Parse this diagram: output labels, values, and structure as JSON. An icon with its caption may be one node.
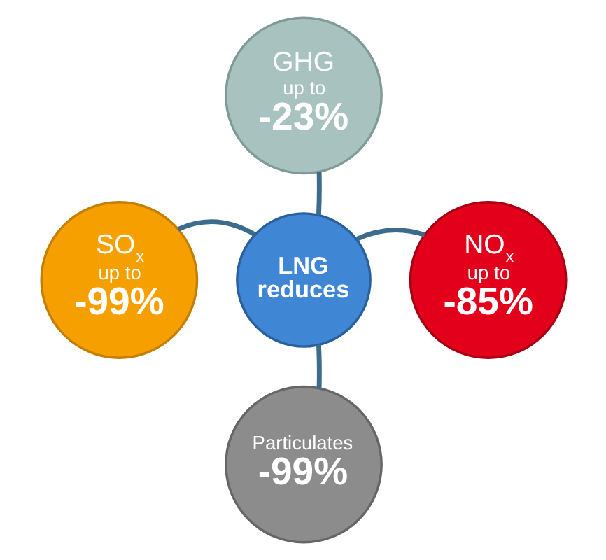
{
  "diagram": {
    "nodes": [
      {
        "text": [
          "GHG",
          "up to",
          "-23%"
        ]
      },
      {
        "text": [
          "SO$_{x}$",
          "up to",
          "-99%"
        ]
      },
      {
        "text": [
          "LNG reduces"
        ]
      },
      {
        "text": [
          "NO$_{x}$",
          "up to",
          "-85%"
        ]
      },
      {
        "text": [
          "Particulates",
          "-99%"
        ]
      }
    ],
    "edges": [
      {
        "from": 2,
        "to": 0,
        "arrow": "none"
      },
      {
        "from": 2,
        "to": 1,
        "arrow": "none"
      },
      {
        "from": 2,
        "to": 3,
        "arrow": "none"
      },
      {
        "from": 2,
        "to": 4,
        "arrow": "none"
      }
    ]
  }
}
